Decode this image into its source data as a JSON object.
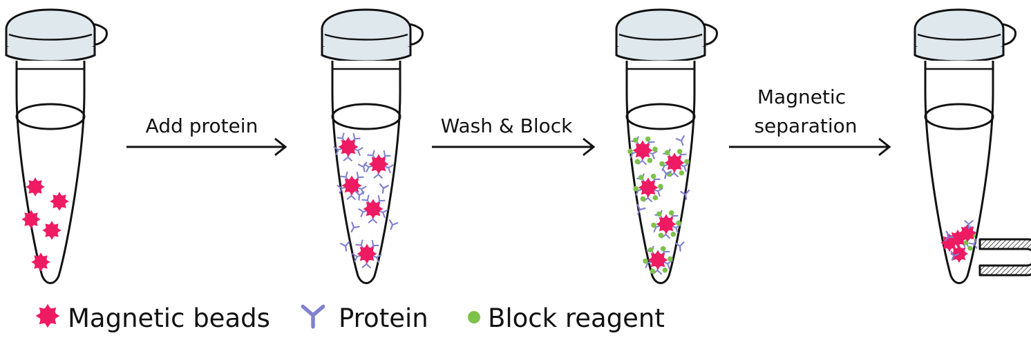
{
  "colors": {
    "bead": "#ee1b63",
    "protein": "#8080d0",
    "block": "#7dc24a",
    "outline": "#111111",
    "cap_fill": "#dfe8ed",
    "background": "#ffffff"
  },
  "steps": [
    {
      "lines": [
        "Add protein"
      ]
    },
    {
      "lines": [
        "Wash & Block"
      ]
    },
    {
      "lines": [
        "Magnetic",
        "separation"
      ]
    }
  ],
  "tubes": [
    {
      "stage": "beads-only"
    },
    {
      "stage": "beads-with-protein"
    },
    {
      "stage": "blocked"
    },
    {
      "stage": "separated",
      "has_magnet": true
    }
  ],
  "legend": [
    {
      "icon": "magnetic-bead-icon",
      "label": "Magnetic beads"
    },
    {
      "icon": "protein-icon",
      "label": "Protein"
    },
    {
      "icon": "block-reagent-icon",
      "label": "Block reagent"
    }
  ]
}
